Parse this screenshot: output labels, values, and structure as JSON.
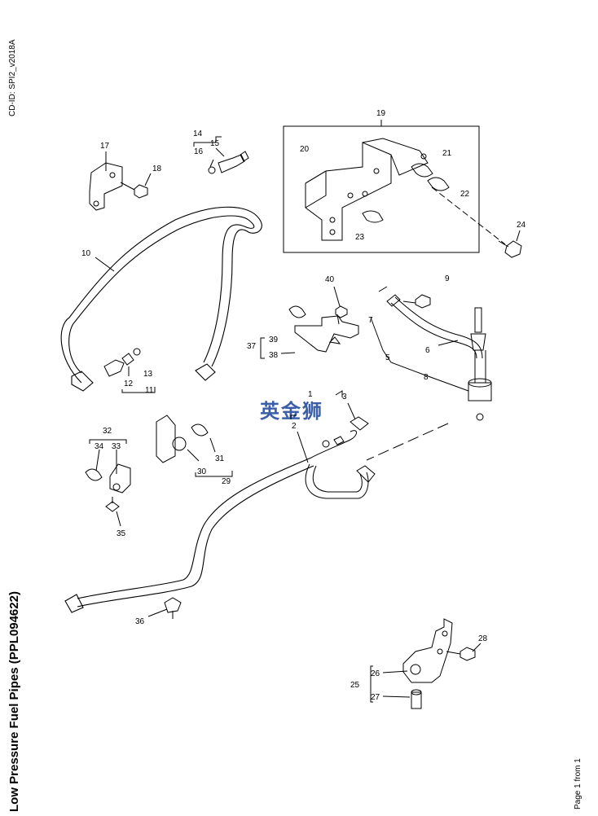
{
  "document": {
    "cd_id": "CD-ID: SPI2_v2018A",
    "title": "Low Pressure Fuel Pipes (PPL094622)",
    "page_info": "Page 1 from 1",
    "watermark": "英金狮"
  },
  "callouts": [
    {
      "id": "1",
      "label": "1"
    },
    {
      "id": "2",
      "label": "2"
    },
    {
      "id": "3",
      "label": "3"
    },
    {
      "id": "5",
      "label": "5"
    },
    {
      "id": "6",
      "label": "6"
    },
    {
      "id": "7",
      "label": "7"
    },
    {
      "id": "8",
      "label": "8"
    },
    {
      "id": "9",
      "label": "9"
    },
    {
      "id": "10",
      "label": "10"
    },
    {
      "id": "11",
      "label": "11"
    },
    {
      "id": "12",
      "label": "12"
    },
    {
      "id": "13",
      "label": "13"
    },
    {
      "id": "14",
      "label": "14"
    },
    {
      "id": "15",
      "label": "15"
    },
    {
      "id": "16",
      "label": "16"
    },
    {
      "id": "17",
      "label": "17"
    },
    {
      "id": "18",
      "label": "18"
    },
    {
      "id": "19",
      "label": "19"
    },
    {
      "id": "20",
      "label": "20"
    },
    {
      "id": "21",
      "label": "21"
    },
    {
      "id": "22",
      "label": "22"
    },
    {
      "id": "23",
      "label": "23"
    },
    {
      "id": "24",
      "label": "24"
    },
    {
      "id": "25",
      "label": "25"
    },
    {
      "id": "26",
      "label": "26"
    },
    {
      "id": "27",
      "label": "27"
    },
    {
      "id": "28",
      "label": "28"
    },
    {
      "id": "29",
      "label": "29"
    },
    {
      "id": "30",
      "label": "30"
    },
    {
      "id": "31",
      "label": "31"
    },
    {
      "id": "32",
      "label": "32"
    },
    {
      "id": "33",
      "label": "33"
    },
    {
      "id": "34",
      "label": "34"
    },
    {
      "id": "35",
      "label": "35"
    },
    {
      "id": "36",
      "label": "36"
    },
    {
      "id": "37",
      "label": "37"
    },
    {
      "id": "38",
      "label": "38"
    },
    {
      "id": "39",
      "label": "39"
    },
    {
      "id": "40",
      "label": "40"
    }
  ]
}
